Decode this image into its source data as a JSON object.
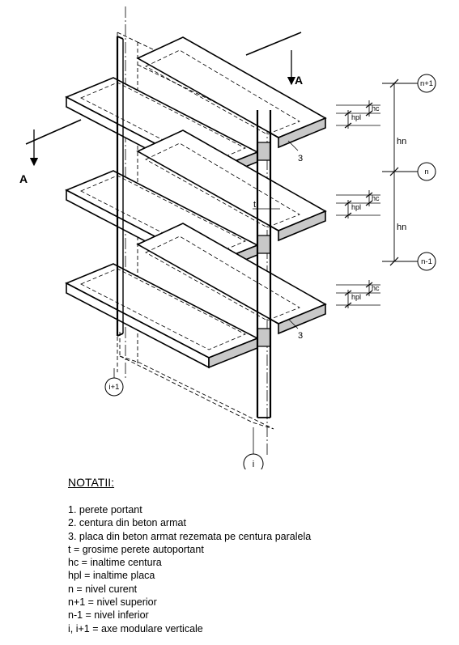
{
  "drawing": {
    "section_labels": [
      "A",
      "A"
    ],
    "item_numbers": [
      "3",
      "3"
    ],
    "wall_thickness_label": "t",
    "vertical_axes": [
      "i",
      "i+1"
    ],
    "levels": [
      "n+1",
      "n",
      "n-1"
    ],
    "level_height_labels": [
      "hn",
      "hn"
    ],
    "hc_labels": [
      "hc",
      "hc",
      "hc"
    ],
    "hpl_labels": [
      "hpl",
      "hpl",
      "hpl"
    ]
  },
  "notes": {
    "title": "NOTATII:",
    "items": [
      "1. perete portant",
      "2. centura din beton armat",
      "3. placa din beton armat rezemata pe centura paralela",
      "t = grosime perete autoportant",
      "hc = inaltime centura",
      "hpl = inaltime placa",
      "n = nivel curent",
      "n+1 = nivel superior",
      "n-1 = nivel inferior",
      "i, i+1 = axe modulare verticale"
    ]
  },
  "colors": {
    "ink": "#000000",
    "slab_edge_fill": "#c8c8c8",
    "background": "#ffffff"
  }
}
